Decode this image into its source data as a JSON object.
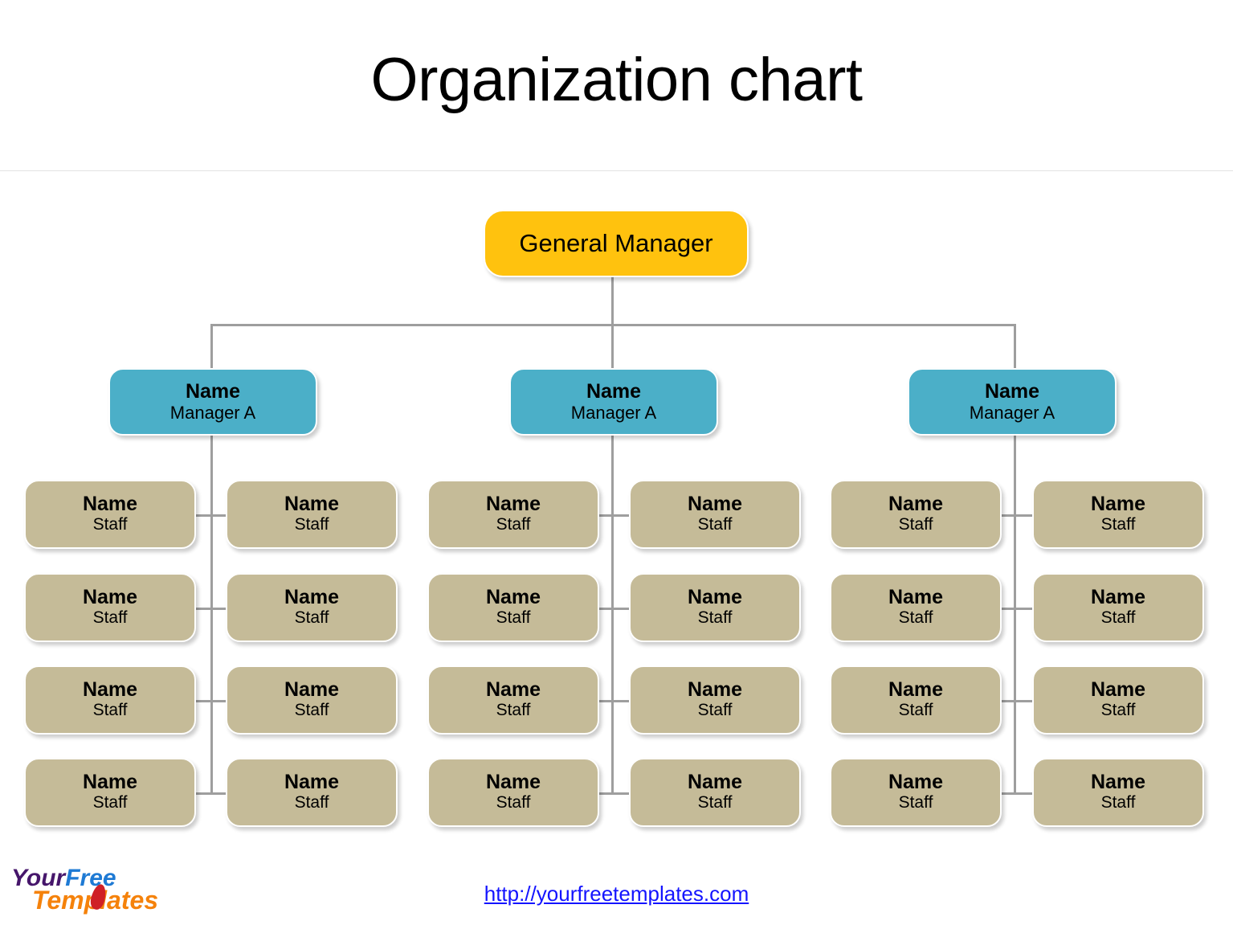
{
  "page": {
    "title": "Organization chart",
    "background_color": "#ffffff"
  },
  "colors": {
    "top_box": "#ffc20e",
    "manager_box": "#4bafc8",
    "staff_box": "#c5bb98",
    "connector": "#9e9e9e",
    "link": "#1414ff",
    "divider": "#e2e2e2"
  },
  "chart_data": {
    "type": "diagram",
    "subtype": "organization-chart",
    "title": "Organization chart",
    "levels": 3,
    "root": {
      "label": "General Manager",
      "color": "#ffc20e"
    },
    "branches": [
      {
        "manager": {
          "name": "Name",
          "role": "Manager A",
          "color": "#4bafc8"
        },
        "staff": [
          {
            "name": "Name",
            "role": "Staff",
            "column": "left",
            "row": 1
          },
          {
            "name": "Name",
            "role": "Staff",
            "column": "right",
            "row": 1
          },
          {
            "name": "Name",
            "role": "Staff",
            "column": "left",
            "row": 2
          },
          {
            "name": "Name",
            "role": "Staff",
            "column": "right",
            "row": 2
          },
          {
            "name": "Name",
            "role": "Staff",
            "column": "left",
            "row": 3
          },
          {
            "name": "Name",
            "role": "Staff",
            "column": "right",
            "row": 3
          },
          {
            "name": "Name",
            "role": "Staff",
            "column": "left",
            "row": 4
          },
          {
            "name": "Name",
            "role": "Staff",
            "column": "right",
            "row": 4
          }
        ]
      },
      {
        "manager": {
          "name": "Name",
          "role": "Manager A",
          "color": "#4bafc8"
        },
        "staff": [
          {
            "name": "Name",
            "role": "Staff",
            "column": "left",
            "row": 1
          },
          {
            "name": "Name",
            "role": "Staff",
            "column": "right",
            "row": 1
          },
          {
            "name": "Name",
            "role": "Staff",
            "column": "left",
            "row": 2
          },
          {
            "name": "Name",
            "role": "Staff",
            "column": "right",
            "row": 2
          },
          {
            "name": "Name",
            "role": "Staff",
            "column": "left",
            "row": 3
          },
          {
            "name": "Name",
            "role": "Staff",
            "column": "right",
            "row": 3
          },
          {
            "name": "Name",
            "role": "Staff",
            "column": "left",
            "row": 4
          },
          {
            "name": "Name",
            "role": "Staff",
            "column": "right",
            "row": 4
          }
        ]
      },
      {
        "manager": {
          "name": "Name",
          "role": "Manager A",
          "color": "#4bafc8"
        },
        "staff": [
          {
            "name": "Name",
            "role": "Staff",
            "column": "left",
            "row": 1
          },
          {
            "name": "Name",
            "role": "Staff",
            "column": "right",
            "row": 1
          },
          {
            "name": "Name",
            "role": "Staff",
            "column": "left",
            "row": 2
          },
          {
            "name": "Name",
            "role": "Staff",
            "column": "right",
            "row": 2
          },
          {
            "name": "Name",
            "role": "Staff",
            "column": "left",
            "row": 3
          },
          {
            "name": "Name",
            "role": "Staff",
            "column": "right",
            "row": 3
          },
          {
            "name": "Name",
            "role": "Staff",
            "column": "left",
            "row": 4
          },
          {
            "name": "Name",
            "role": "Staff",
            "column": "right",
            "row": 4
          }
        ]
      }
    ]
  },
  "footer": {
    "url_text": "http://yourfreetemplates.com",
    "logo": {
      "word1": "Your",
      "word2": "Free",
      "word3": "Templates"
    }
  }
}
